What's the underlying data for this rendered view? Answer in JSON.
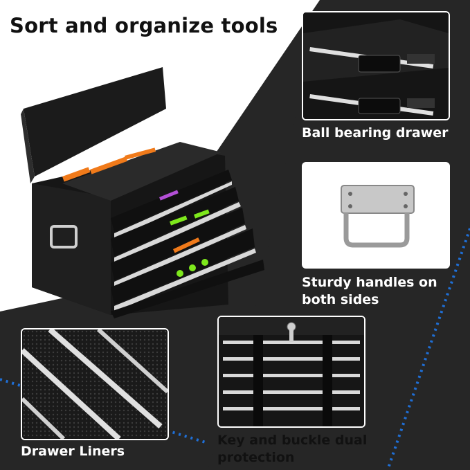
{
  "headline": "Sort and organize tools",
  "features": [
    {
      "label": "Ball bearing drawer"
    },
    {
      "label": "Sturdy handles on both sides",
      "line1": "Sturdy handles on",
      "line2": "both sides"
    },
    {
      "label": "Drawer Liners"
    },
    {
      "label": "Key and buckle dual protection",
      "line1": "Key and buckle dual",
      "line2": "protection"
    }
  ],
  "colors": {
    "background_dark": "#262626",
    "accent_dots": "#1f6fd6",
    "chest_body": "#1b1b1b",
    "drawer_trim": "#d9d9d9",
    "tool_orange": "#f07a1a",
    "tool_green": "#7ee81c",
    "tool_purple": "#b34fd6"
  },
  "icons": [
    "lock-icon",
    "handle-icon"
  ]
}
